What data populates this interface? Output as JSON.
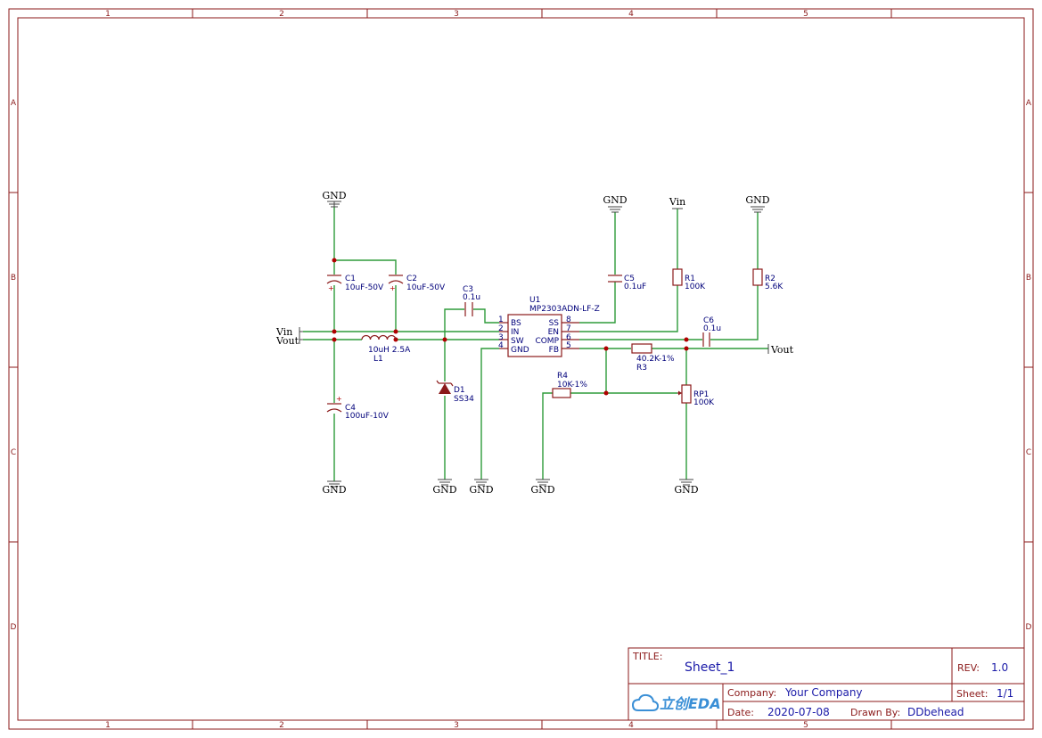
{
  "frame": {
    "columns": [
      "1",
      "2",
      "3",
      "4",
      "5"
    ],
    "rows": [
      "A",
      "B",
      "C",
      "D"
    ]
  },
  "nets": {
    "gnd": "GND",
    "vin": "Vin",
    "vout": "Vout"
  },
  "components": {
    "c1": {
      "ref": "C1",
      "value": "10uF-50V"
    },
    "c2": {
      "ref": "C2",
      "value": "10uF-50V"
    },
    "c3": {
      "ref": "C3",
      "value": "0.1u"
    },
    "c4": {
      "ref": "C4",
      "value": "100uF-10V"
    },
    "c5": {
      "ref": "C5",
      "value": "0.1uF"
    },
    "c6": {
      "ref": "C6",
      "value": "0.1u"
    },
    "l1": {
      "ref": "L1",
      "value": "10uH 2.5A"
    },
    "d1": {
      "ref": "D1",
      "value": "SS34"
    },
    "r1": {
      "ref": "R1",
      "value": "100K"
    },
    "r2": {
      "ref": "R2",
      "value": "5.6K"
    },
    "r3": {
      "ref": "R3",
      "value": "40.2K-1%"
    },
    "r4": {
      "ref": "R4",
      "value": "10K-1%"
    },
    "rp1": {
      "ref": "RP1",
      "value": "100K"
    },
    "u1": {
      "ref": "U1",
      "value": "MP2303ADN-LF-Z",
      "left_pins": [
        {
          "num": "1",
          "name": "BS"
        },
        {
          "num": "2",
          "name": "IN"
        },
        {
          "num": "3",
          "name": "SW"
        },
        {
          "num": "4",
          "name": "GND"
        }
      ],
      "right_pins": [
        {
          "num": "8",
          "name": "SS"
        },
        {
          "num": "7",
          "name": "EN"
        },
        {
          "num": "6",
          "name": "COMP"
        },
        {
          "num": "5",
          "name": "FB"
        }
      ]
    }
  },
  "title_block": {
    "title_label": "TITLE:",
    "title": "Sheet_1",
    "rev_label": "REV:",
    "rev": "1.0",
    "company_label": "Company:",
    "company": "Your Company",
    "sheet_label": "Sheet:",
    "sheet": "1/1",
    "date_label": "Date:",
    "date": "2020-07-08",
    "drawn_label": "Drawn By:",
    "drawn_by": "DDbehead",
    "logo_cn": "立创",
    "logo_en": "EDA"
  }
}
